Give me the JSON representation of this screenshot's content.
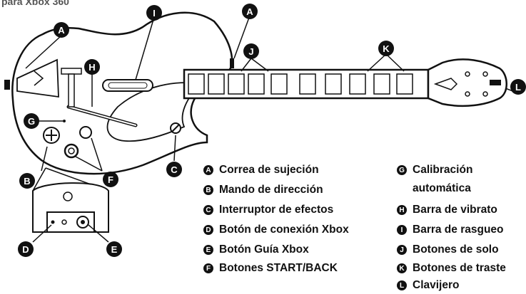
{
  "caption": "para Xbox 360",
  "callouts": {
    "A": "A",
    "B": "B",
    "C": "C",
    "D": "D",
    "E": "E",
    "F": "F",
    "G": "G",
    "H": "H",
    "I": "I",
    "J": "J",
    "K": "K",
    "L": "L"
  },
  "legend": [
    {
      "letter": "A",
      "text": "Correa de sujeción"
    },
    {
      "letter": "B",
      "text": "Mando de dirección"
    },
    {
      "letter": "C",
      "text": "Interruptor de efectos"
    },
    {
      "letter": "D",
      "text": "Botón de conexión Xbox"
    },
    {
      "letter": "E",
      "text": "Botón Guía Xbox"
    },
    {
      "letter": "F",
      "text": "Botones START/BACK"
    },
    {
      "letter": "G",
      "text": "Calibración"
    },
    {
      "letter": "",
      "text": "automática"
    },
    {
      "letter": "H",
      "text": "Barra de vibrato"
    },
    {
      "letter": "I",
      "text": "Barra de rasgueo"
    },
    {
      "letter": "J",
      "text": "Botones de solo"
    },
    {
      "letter": "K",
      "text": "Botones de traste"
    },
    {
      "letter": "L",
      "text": "Clavijero"
    }
  ]
}
